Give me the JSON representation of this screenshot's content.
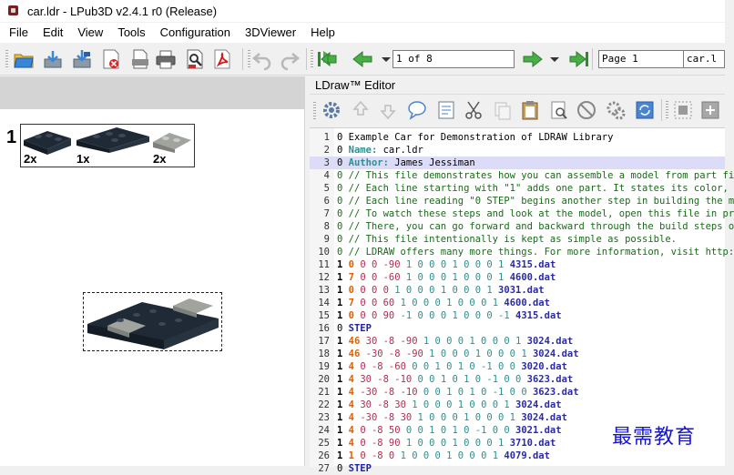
{
  "window": {
    "title": "car.ldr - LPub3D v2.4.1 r0 (Release)"
  },
  "menu": [
    "File",
    "Edit",
    "View",
    "Tools",
    "Configuration",
    "3DViewer",
    "Help"
  ],
  "toolbar": {
    "page_field": "1 of 8",
    "page_combo": "Page 1",
    "file_combo": "car.l"
  },
  "page": {
    "step_number": "1",
    "parts": [
      {
        "count": "2x"
      },
      {
        "count": "1x"
      },
      {
        "count": "2x"
      }
    ]
  },
  "editor": {
    "title": "LDraw™ Editor",
    "lines": [
      {
        "n": "1",
        "tokens": [
          [
            "c-black",
            "0 Example Car for Demonstration of LDRAW Library"
          ]
        ]
      },
      {
        "n": "2",
        "tokens": [
          [
            "c-black",
            "0 "
          ],
          [
            "c-teal b",
            "Name:"
          ],
          [
            "c-black",
            " car.ldr"
          ]
        ]
      },
      {
        "n": "3",
        "hl": true,
        "tokens": [
          [
            "c-black",
            "0 "
          ],
          [
            "c-teal b",
            "Author:"
          ],
          [
            "c-black",
            " James Jessiman"
          ]
        ]
      },
      {
        "n": "4",
        "tokens": [
          [
            "c-dgreen",
            "0 // This file demonstrates how you can assemble a model from part fi"
          ]
        ]
      },
      {
        "n": "5",
        "tokens": [
          [
            "c-dgreen",
            "0 // Each line starting with \"1\" adds one part. It states its color,"
          ]
        ]
      },
      {
        "n": "6",
        "tokens": [
          [
            "c-dgreen",
            "0 // Each line reading \"0 STEP\" begins another step in building the m"
          ]
        ]
      },
      {
        "n": "7",
        "tokens": [
          [
            "c-dgreen",
            "0 // To watch these steps and look at the model, open this file in pr"
          ]
        ]
      },
      {
        "n": "8",
        "tokens": [
          [
            "c-dgreen",
            "0 // There, you can go forward and backward through the build steps o"
          ]
        ]
      },
      {
        "n": "9",
        "tokens": [
          [
            "c-dgreen",
            "0 // This file intentionally is kept as simple as possible."
          ]
        ]
      },
      {
        "n": "10",
        "tokens": [
          [
            "c-dgreen",
            "0 // LDRAW offers many more things. For more information, visit http:"
          ]
        ]
      },
      {
        "n": "11",
        "tokens": [
          [
            "c-black b",
            "1 "
          ],
          [
            "c-orange b",
            "0 "
          ],
          [
            "c-rose",
            "0 0 -90 "
          ],
          [
            "c-teal",
            "1 0 0 0 1 0 0 0 1 "
          ],
          [
            "c-navy b",
            "4315.dat"
          ]
        ]
      },
      {
        "n": "12",
        "tokens": [
          [
            "c-black b",
            "1 "
          ],
          [
            "c-orange b",
            "7 "
          ],
          [
            "c-rose",
            "0 0 -60 "
          ],
          [
            "c-teal",
            "1 0 0 0 1 0 0 0 1 "
          ],
          [
            "c-navy b",
            "4600.dat"
          ]
        ]
      },
      {
        "n": "13",
        "tokens": [
          [
            "c-black b",
            "1 "
          ],
          [
            "c-orange b",
            "0 "
          ],
          [
            "c-rose",
            "0 0 0 "
          ],
          [
            "c-teal",
            "1 0 0 0 1 0 0 0 1 "
          ],
          [
            "c-navy b",
            "3031.dat"
          ]
        ]
      },
      {
        "n": "14",
        "tokens": [
          [
            "c-black b",
            "1 "
          ],
          [
            "c-orange b",
            "7 "
          ],
          [
            "c-rose",
            "0 0 60 "
          ],
          [
            "c-teal",
            "1 0 0 0 1 0 0 0 1 "
          ],
          [
            "c-navy b",
            "4600.dat"
          ]
        ]
      },
      {
        "n": "15",
        "tokens": [
          [
            "c-black b",
            "1 "
          ],
          [
            "c-orange b",
            "0 "
          ],
          [
            "c-rose",
            "0 0 90 "
          ],
          [
            "c-teal",
            "-1 0 0 0 1 0 0 0 -1 "
          ],
          [
            "c-navy b",
            "4315.dat"
          ]
        ]
      },
      {
        "n": "16",
        "tokens": [
          [
            "c-black",
            "0 "
          ],
          [
            "c-blue b",
            "STEP"
          ]
        ]
      },
      {
        "n": "17",
        "tokens": [
          [
            "c-black b",
            "1 "
          ],
          [
            "c-orange b",
            "46 "
          ],
          [
            "c-rose",
            "30 -8 -90 "
          ],
          [
            "c-teal",
            "1 0 0 0 1 0 0 0 1 "
          ],
          [
            "c-navy b",
            "3024.dat"
          ]
        ]
      },
      {
        "n": "18",
        "tokens": [
          [
            "c-black b",
            "1 "
          ],
          [
            "c-orange b",
            "46 "
          ],
          [
            "c-rose",
            "-30 -8 -90 "
          ],
          [
            "c-teal",
            "1 0 0 0 1 0 0 0 1 "
          ],
          [
            "c-navy b",
            "3024.dat"
          ]
        ]
      },
      {
        "n": "19",
        "tokens": [
          [
            "c-black b",
            "1 "
          ],
          [
            "c-orange b",
            "4 "
          ],
          [
            "c-rose",
            "0 -8 -60 "
          ],
          [
            "c-teal",
            "0 0 1 0 1 0 -1 0 0 "
          ],
          [
            "c-navy b",
            "3020.dat"
          ]
        ]
      },
      {
        "n": "20",
        "tokens": [
          [
            "c-black b",
            "1 "
          ],
          [
            "c-orange b",
            "4 "
          ],
          [
            "c-rose",
            "30 -8 -10 "
          ],
          [
            "c-teal",
            "0 0 1 0 1 0 -1 0 0 "
          ],
          [
            "c-navy b",
            "3623.dat"
          ]
        ]
      },
      {
        "n": "21",
        "tokens": [
          [
            "c-black b",
            "1 "
          ],
          [
            "c-orange b",
            "4 "
          ],
          [
            "c-rose",
            "-30 -8 -10 "
          ],
          [
            "c-teal",
            "0 0 1 0 1 0 -1 0 0 "
          ],
          [
            "c-navy b",
            "3623.dat"
          ]
        ]
      },
      {
        "n": "22",
        "tokens": [
          [
            "c-black b",
            "1 "
          ],
          [
            "c-orange b",
            "4 "
          ],
          [
            "c-rose",
            "30 -8 30 "
          ],
          [
            "c-teal",
            "1 0 0 0 1 0 0 0 1 "
          ],
          [
            "c-navy b",
            "3024.dat"
          ]
        ]
      },
      {
        "n": "23",
        "tokens": [
          [
            "c-black b",
            "1 "
          ],
          [
            "c-orange b",
            "4 "
          ],
          [
            "c-rose",
            "-30 -8 30 "
          ],
          [
            "c-teal",
            "1 0 0 0 1 0 0 0 1 "
          ],
          [
            "c-navy b",
            "3024.dat"
          ]
        ]
      },
      {
        "n": "24",
        "tokens": [
          [
            "c-black b",
            "1 "
          ],
          [
            "c-orange b",
            "4 "
          ],
          [
            "c-rose",
            "0 -8 50 "
          ],
          [
            "c-teal",
            "0 0 1 0 1 0 -1 0 0 "
          ],
          [
            "c-navy b",
            "3021.dat"
          ]
        ]
      },
      {
        "n": "25",
        "tokens": [
          [
            "c-black b",
            "1 "
          ],
          [
            "c-orange b",
            "4 "
          ],
          [
            "c-rose",
            "0 -8 90 "
          ],
          [
            "c-teal",
            "1 0 0 0 1 0 0 0 1 "
          ],
          [
            "c-navy b",
            "3710.dat"
          ]
        ]
      },
      {
        "n": "26",
        "tokens": [
          [
            "c-black b",
            "1 "
          ],
          [
            "c-orange b",
            "1 "
          ],
          [
            "c-rose",
            "0 -8 0 "
          ],
          [
            "c-teal",
            "1 0 0 0 1 0 0 0 1 "
          ],
          [
            "c-navy b",
            "4079.dat"
          ]
        ]
      },
      {
        "n": "27",
        "tokens": [
          [
            "c-black",
            "0 "
          ],
          [
            "c-blue b",
            "STEP"
          ]
        ]
      }
    ]
  },
  "watermark": "最需教育"
}
